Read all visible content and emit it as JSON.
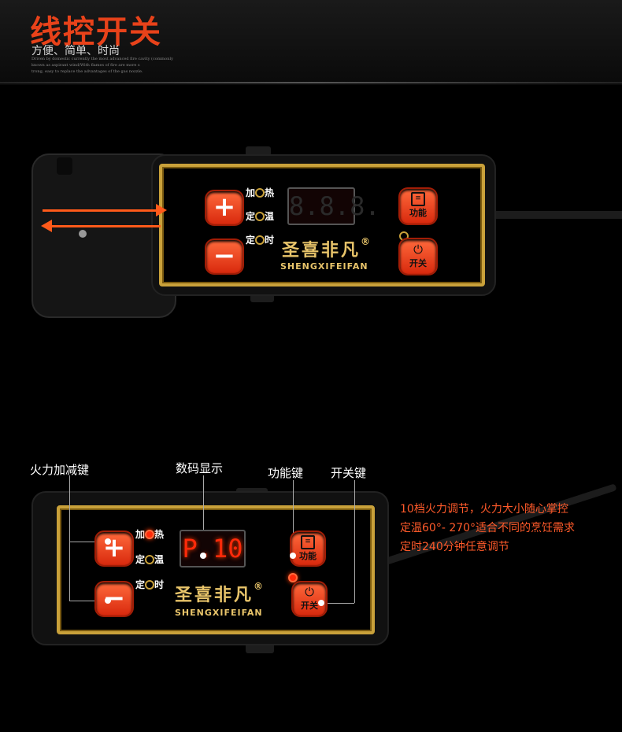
{
  "header": {
    "title": "线控开关",
    "subtitle": "方便、简单、时尚",
    "tagline_lines": [
      "Driven by domestic currently the most advanced fire cavity (commonly",
      "known as aspirant wind/With flames of fire are more s",
      "trong, easy to replace the advantages of the gas nozzle."
    ]
  },
  "device_top": {
    "indicators": [
      {
        "label_a": "加",
        "label_b": "热"
      },
      {
        "label_a": "定",
        "label_b": "温"
      },
      {
        "label_a": "定",
        "label_b": "时"
      }
    ],
    "display_value": "8.8.8.",
    "brand": "圣喜非凡",
    "brand_mark": "®",
    "brand_en": "SHENGXIFEIFAN",
    "plus_label": "+",
    "minus_label": "−",
    "function_label": "功能",
    "power_label": "开关"
  },
  "device_bottom": {
    "indicators": [
      {
        "label_a": "加",
        "label_b": "热",
        "on": true
      },
      {
        "label_a": "定",
        "label_b": "温",
        "on": false
      },
      {
        "label_a": "定",
        "label_b": "时",
        "on": false
      }
    ],
    "display_value": "P.10",
    "brand": "圣喜非凡",
    "brand_mark": "®",
    "brand_en": "SHENGXIFEIFAN",
    "plus_label": "+",
    "minus_label": "−",
    "function_label": "功能",
    "power_label": "开关"
  },
  "callouts": {
    "fire_keys": "火力加减键",
    "digital_display": "数码显示",
    "function_key": "功能键",
    "power_key": "开关键"
  },
  "notes": [
    "10档火力调节，火力大小随心掌控",
    "定温60°-  270°适合不同的烹饪需求",
    "定时240分钟任意调节"
  ],
  "colors": {
    "accent": "#e8421a",
    "gold": "#c9a13a",
    "note": "#ff5a2a"
  }
}
